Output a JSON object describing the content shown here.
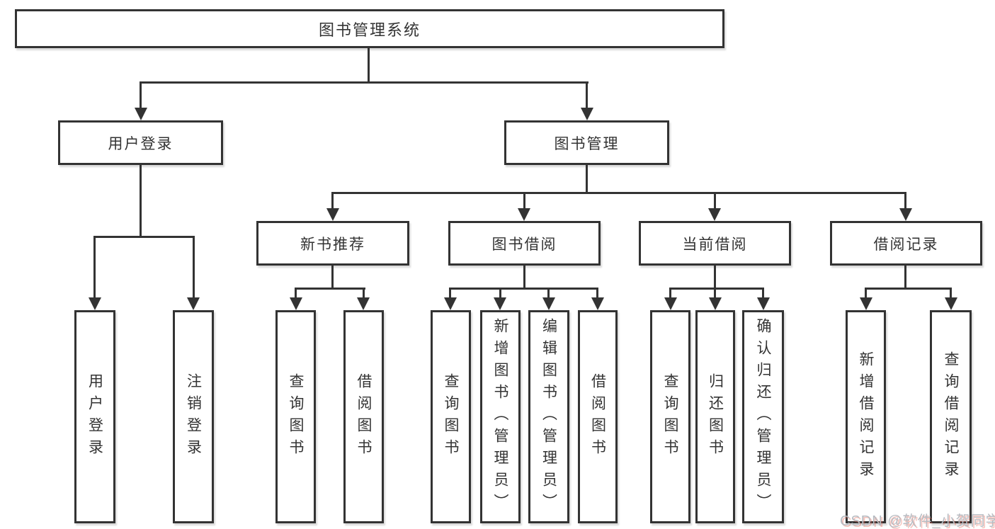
{
  "tree": {
    "label": "图书管理系统",
    "children": [
      {
        "label": "用户登录",
        "children": [
          {
            "label": "用户登录"
          },
          {
            "label": "注销登录"
          }
        ]
      },
      {
        "label": "图书管理",
        "children": [
          {
            "label": "新书推荐",
            "children": [
              {
                "label": "查询图书"
              },
              {
                "label": "借阅图书"
              }
            ]
          },
          {
            "label": "图书借阅",
            "children": [
              {
                "label": "查询图书"
              },
              {
                "label": "新增图书（管理员）"
              },
              {
                "label": "编辑图书（管理员）"
              },
              {
                "label": "借阅图书"
              }
            ]
          },
          {
            "label": "当前借阅",
            "children": [
              {
                "label": "查询图书"
              },
              {
                "label": "归还图书"
              },
              {
                "label": "确认归还（管理员）"
              }
            ]
          },
          {
            "label": "借阅记录",
            "children": [
              {
                "label": "新增借阅记录"
              },
              {
                "label": "查询借阅记录"
              }
            ]
          }
        ]
      }
    ]
  },
  "watermark": {
    "text": "CSDN @软件_小贺同学"
  },
  "colors": {
    "line": "#333333",
    "text": "#333333",
    "background": "#ffffff",
    "watermark_gray": "#b7bbc1",
    "watermark_red": "#e76552"
  }
}
